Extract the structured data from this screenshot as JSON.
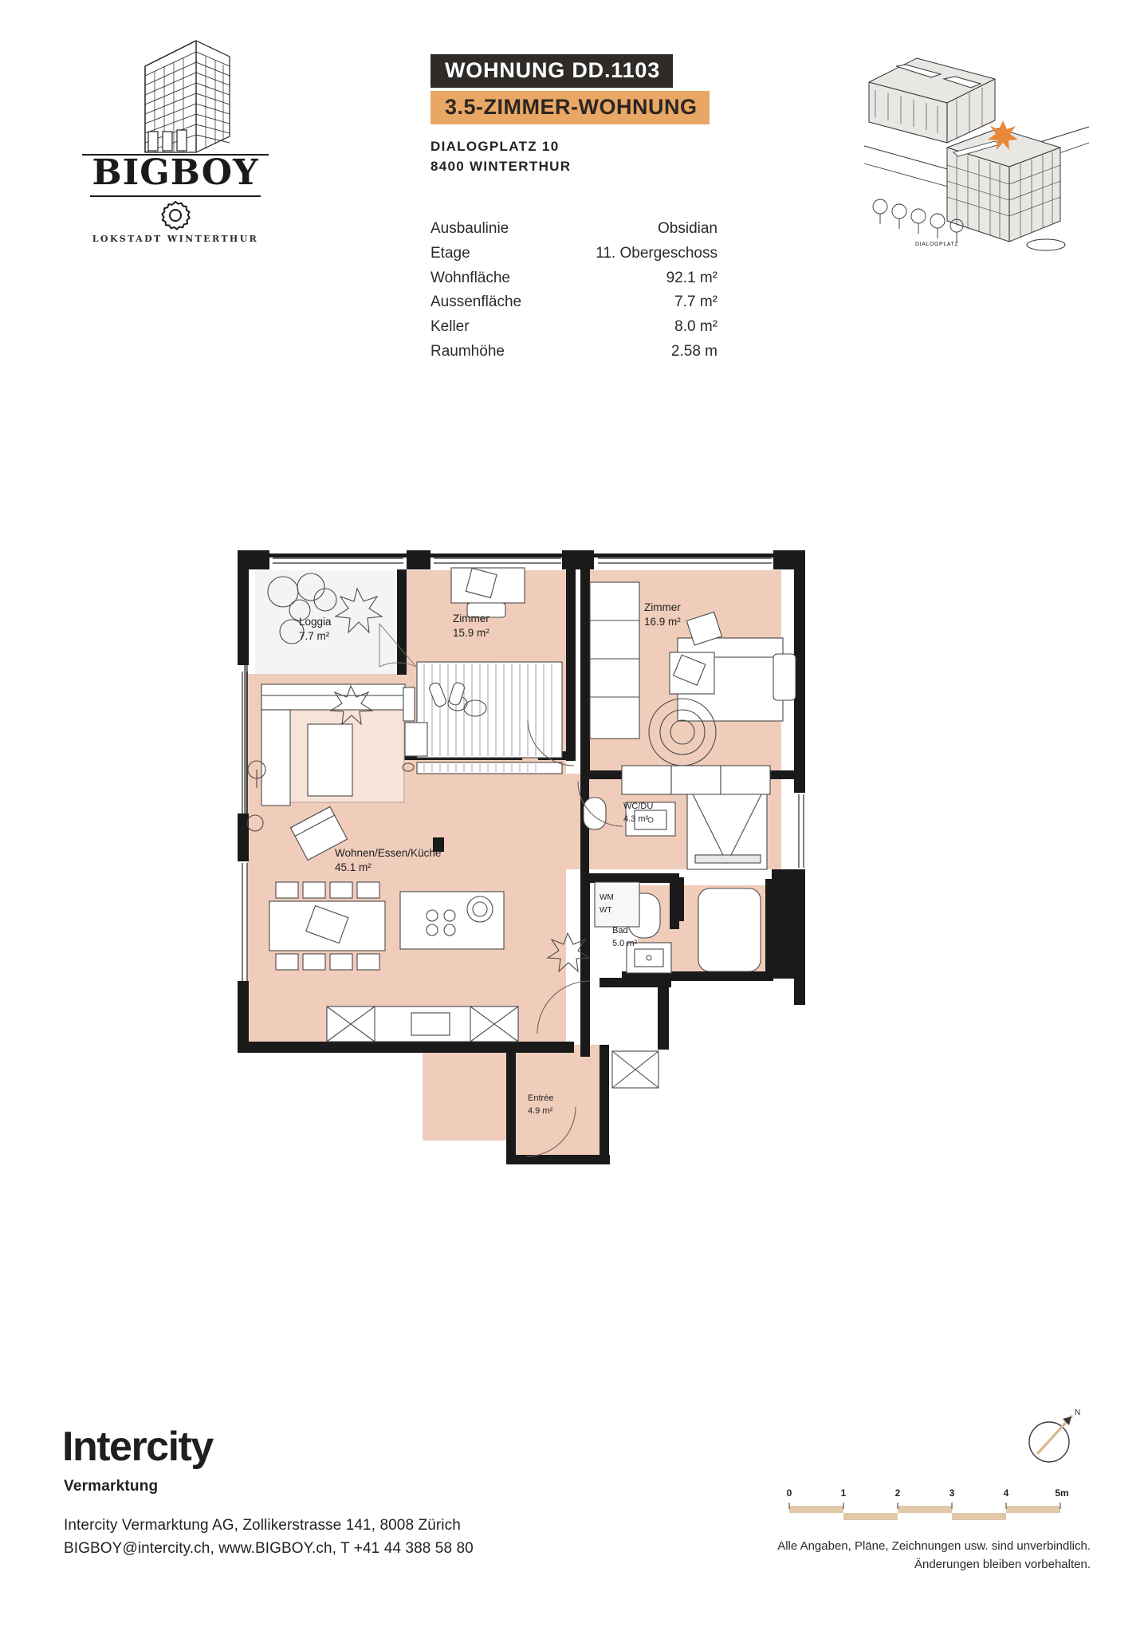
{
  "brand": {
    "logo_wordmark": "BIGBOY",
    "logo_tagline": "LOKSTADT WINTERTHUR",
    "tower_icon": "apartment-tower-icon",
    "gear_icon": "gear-icon"
  },
  "header": {
    "title": "WOHNUNG DD.1103",
    "subtitle": "3.5-ZIMMER-WOHNUNG",
    "address_line1": "DIALOGPLATZ 10",
    "address_line2": "8400 WINTERTHUR",
    "title_bg": "#2e2b28",
    "subtitle_bg": "#e8a765"
  },
  "specs": [
    {
      "key": "Ausbaulinie",
      "value": "Obsidian"
    },
    {
      "key": "Etage",
      "value": "11. Obergeschoss"
    },
    {
      "key": "Wohnfläche",
      "value": "92.1 m²"
    },
    {
      "key": "Aussenfläche",
      "value": "7.7 m²"
    },
    {
      "key": "Keller",
      "value": "8.0 m²"
    },
    {
      "key": "Raumhöhe",
      "value": "2.58 m"
    }
  ],
  "keyplan": {
    "name": "situation-key-plan",
    "marker_color": "#e8893a",
    "caption": "DIALOGPLATZ"
  },
  "floorplan": {
    "fill_color": "#f0cdbb",
    "wall_color": "#1a1a1a",
    "rooms": [
      {
        "name": "Loggia",
        "area": "7.7 m²"
      },
      {
        "name": "Zimmer",
        "area": "15.9 m²"
      },
      {
        "name": "Zimmer",
        "area": "16.9 m²"
      },
      {
        "name": "Wohnen/Essen/Küche",
        "area": "45.1 m²"
      },
      {
        "name": "WC/DU",
        "area": "4.3 m²"
      },
      {
        "name": "Bad",
        "area": "5.0 m²"
      },
      {
        "name": "Entrée",
        "area": "4.9 m²"
      }
    ],
    "appliance_label_line1": "WM",
    "appliance_label_line2": "WT"
  },
  "footer": {
    "company": "Intercity",
    "company_sub": "Vermarktung",
    "address": "Intercity Vermarktung AG, Zollikerstrasse 141, 8008 Zürich",
    "contact": "BIGBOY@intercity.ch, www.BIGBOY.ch, T +41 44 388 58 80",
    "disclaimer_line1": "Alle Angaben, Pläne, Zeichnungen usw. sind unverbindlich.",
    "disclaimer_line2": "Änderungen bleiben vorbehalten.",
    "scale": {
      "ticks": [
        "0",
        "1",
        "2",
        "3",
        "4",
        "5m"
      ],
      "color": "#e0c8a8"
    },
    "compass_label": "N"
  }
}
